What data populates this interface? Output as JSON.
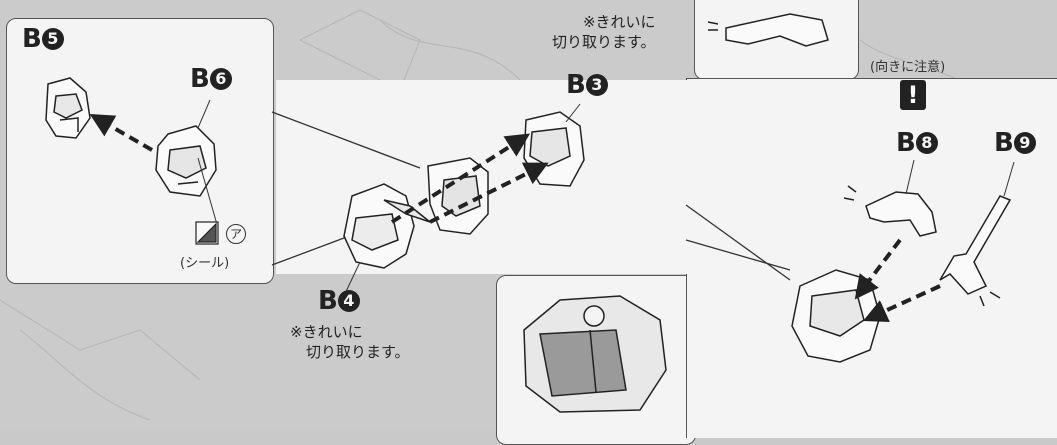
{
  "parts": {
    "b5": {
      "prefix": "B",
      "num": "5"
    },
    "b6": {
      "prefix": "B",
      "num": "6"
    },
    "b3": {
      "prefix": "B",
      "num": "3"
    },
    "b4": {
      "prefix": "B",
      "num": "4"
    },
    "b8": {
      "prefix": "B",
      "num": "8"
    },
    "b9": {
      "prefix": "B",
      "num": "9"
    }
  },
  "notes": {
    "clean_cut_top_line1": "※きれいに",
    "clean_cut_top_line2": "切り取ります。",
    "clean_cut_bottom_line1": "※きれいに",
    "clean_cut_bottom_line2": "切り取ります。",
    "orientation_caution": "(向きに注意)",
    "caution_mark": "!",
    "sticker_label": "(シール)",
    "sticker_id": "ア"
  },
  "colors": {
    "panel_bg": "#f4f4f4",
    "background": "#c9c9c9",
    "line": "#333333"
  }
}
